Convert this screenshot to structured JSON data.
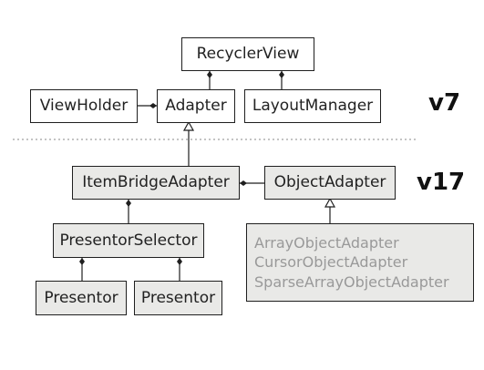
{
  "nodes": {
    "recycler_view": "RecyclerView",
    "view_holder": "ViewHolder",
    "adapter": "Adapter",
    "layout_manager": "LayoutManager",
    "item_bridge_adapter": "ItemBridgeAdapter",
    "object_adapter": "ObjectAdapter",
    "presentor_selector": "PresentorSelector",
    "presentor_left": "Presentor",
    "presentor_right": "Presentor",
    "object_adapter_subclasses": [
      "ArrayObjectAdapter",
      "CursorObjectAdapter",
      "SparseArrayObjectAdapter"
    ]
  },
  "version_labels": {
    "upper": "v7",
    "lower": "v17"
  },
  "colors": {
    "box_border": "#1f1f1f",
    "shaded_fill": "#e9e9e7",
    "subclass_text": "#999999",
    "divider": "#8a8a8a"
  }
}
